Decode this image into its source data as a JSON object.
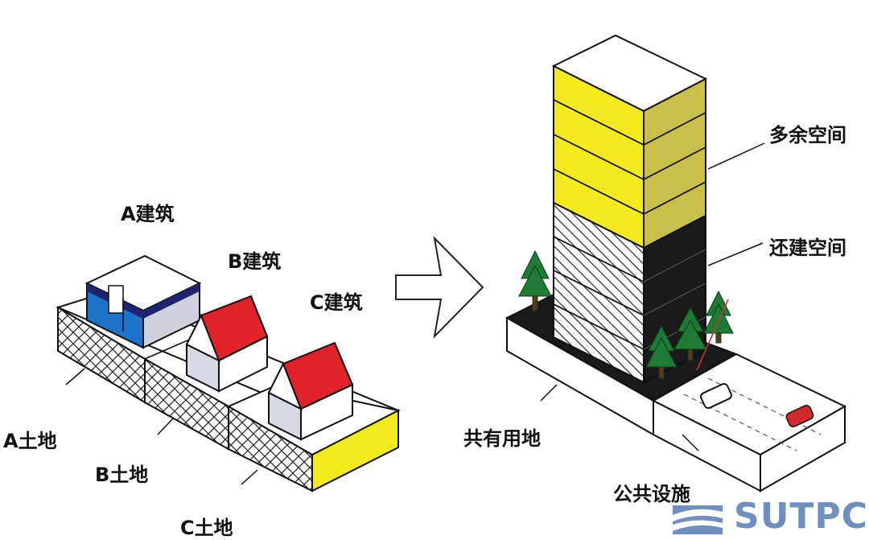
{
  "labels": {
    "building_a": "A建筑",
    "building_b": "B建筑",
    "building_c": "C建筑",
    "land_a": "A土地",
    "land_b": "B土地",
    "land_c": "C土地",
    "surplus_space": "多余空间",
    "resettlement_space": "还建空间",
    "shared_land": "共有用地",
    "public_facilities": "公共设施"
  },
  "logo": {
    "text": "SUTPC"
  },
  "colors": {
    "yellow": "#f2ea1c",
    "red": "#e0222b",
    "blue": "#1c73c9",
    "navy": "#1e2470",
    "tree": "#1f7a36",
    "dark": "#1a1a1a",
    "logo": "#6f8fbf"
  }
}
